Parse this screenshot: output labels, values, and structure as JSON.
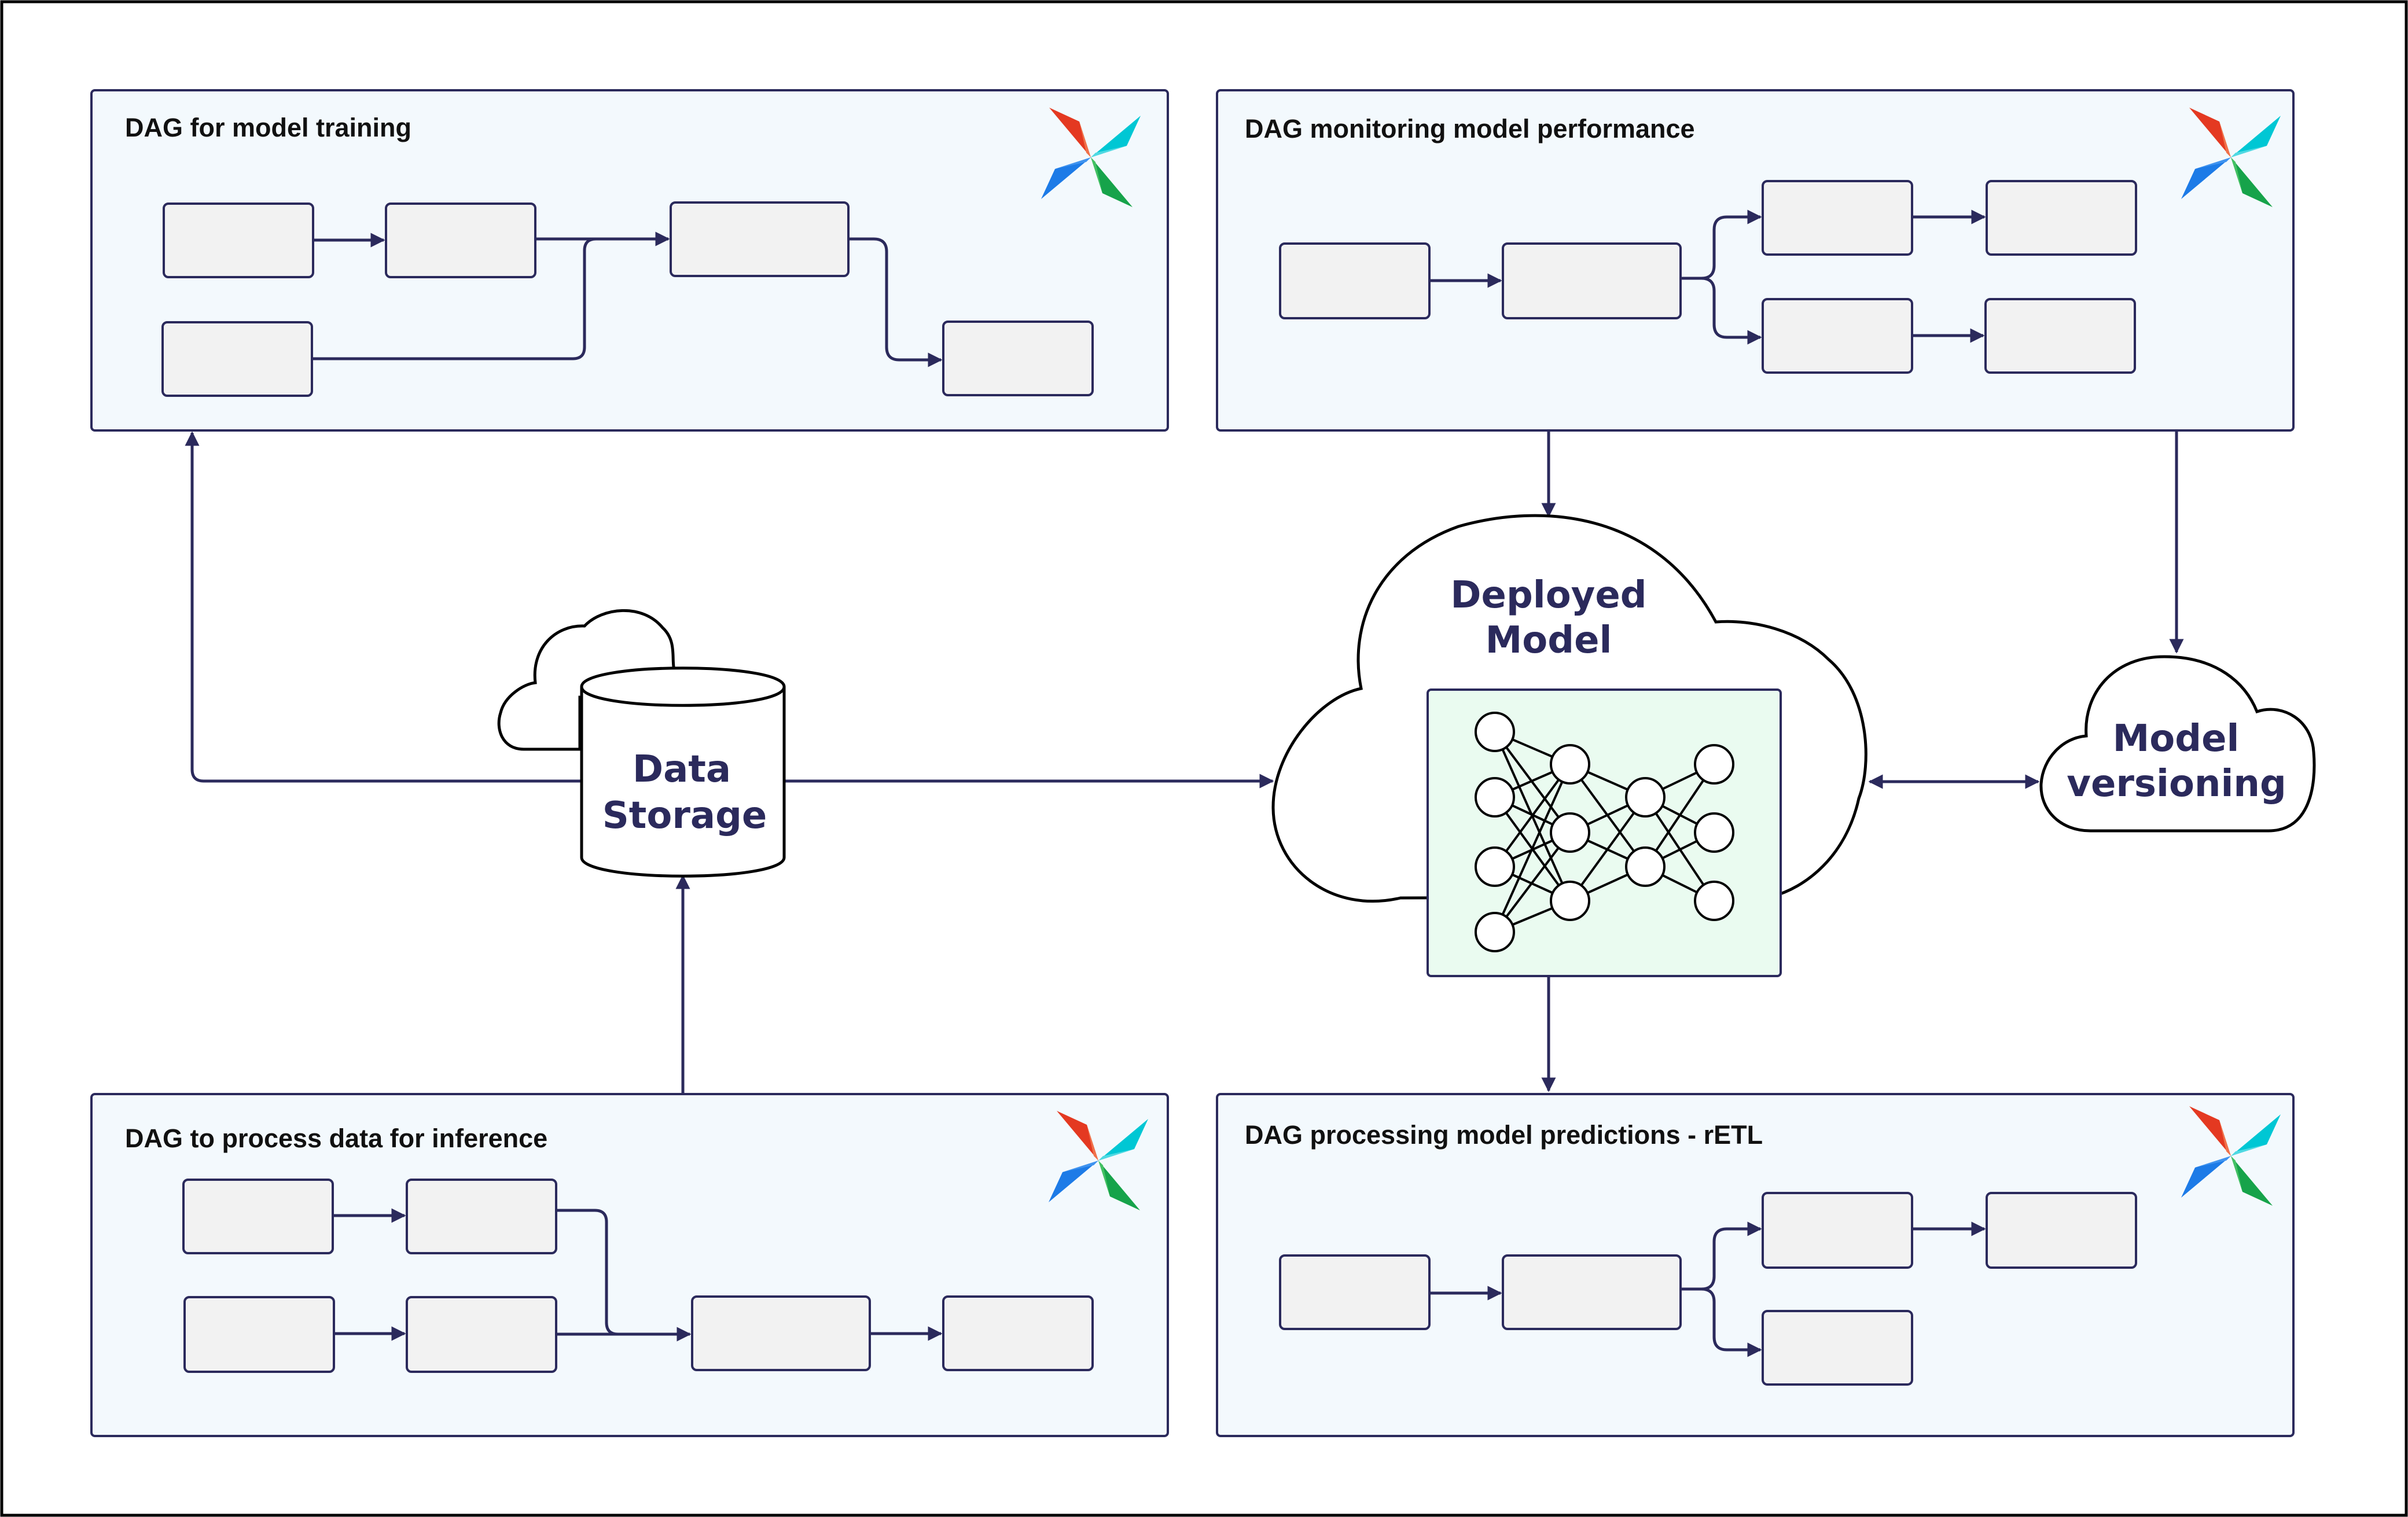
{
  "dags": {
    "training": {
      "title": "DAG for model training"
    },
    "monitoring": {
      "title": "DAG monitoring model performance"
    },
    "inference": {
      "title": "DAG to process data for inference"
    },
    "predictions": {
      "title": "DAG processing model predictions - rETL"
    }
  },
  "nodes": {
    "data_storage": {
      "line1": "Data",
      "line2": "Storage"
    },
    "deployed_model": {
      "line1": "Deployed",
      "line2": "Model"
    },
    "model_versioning": {
      "line1": "Model",
      "line2": "versioning"
    }
  },
  "colors": {
    "panel_fill": "#f3f9fd",
    "ink": "#2b2a5c",
    "task_fill": "#f2f2f2",
    "nn_fill": "#eafbf0",
    "logo_red": "#e43921",
    "logo_orange": "#f0714a",
    "logo_teal": "#00c7d4",
    "logo_green": "#16a34a",
    "logo_blue": "#1d7be7"
  },
  "icons": [
    "airflow-logo-icon",
    "cloud-icon",
    "database-icon",
    "neural-network-icon",
    "arrow-icon"
  ]
}
